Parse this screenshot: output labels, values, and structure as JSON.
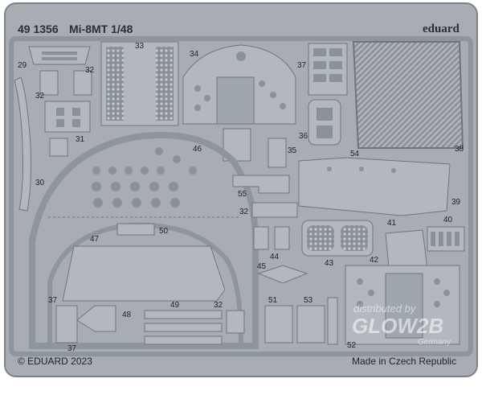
{
  "header": {
    "catalog": "49 1356",
    "model": "Mi-8MT 1/48",
    "brand": "eduard"
  },
  "footer": {
    "copyright": "© EDUARD 2023",
    "origin": "Made in Czech Republic"
  },
  "watermark": {
    "line1": "distributed by",
    "line2": "GLOW2B",
    "line3": "Germany"
  },
  "part_numbers": [
    "29",
    "32",
    "33",
    "34",
    "37",
    "38",
    "31",
    "32",
    "36",
    "35",
    "46",
    "54",
    "30",
    "55",
    "32",
    "39",
    "50",
    "41",
    "40",
    "47",
    "45",
    "44",
    "43",
    "42",
    "37",
    "48",
    "49",
    "32",
    "51",
    "53",
    "37",
    "52"
  ],
  "colors": {
    "fret": "#a8adb4",
    "frame": "#9aa0a7",
    "part_outline": "#6f757c",
    "background": "#ffffff"
  }
}
